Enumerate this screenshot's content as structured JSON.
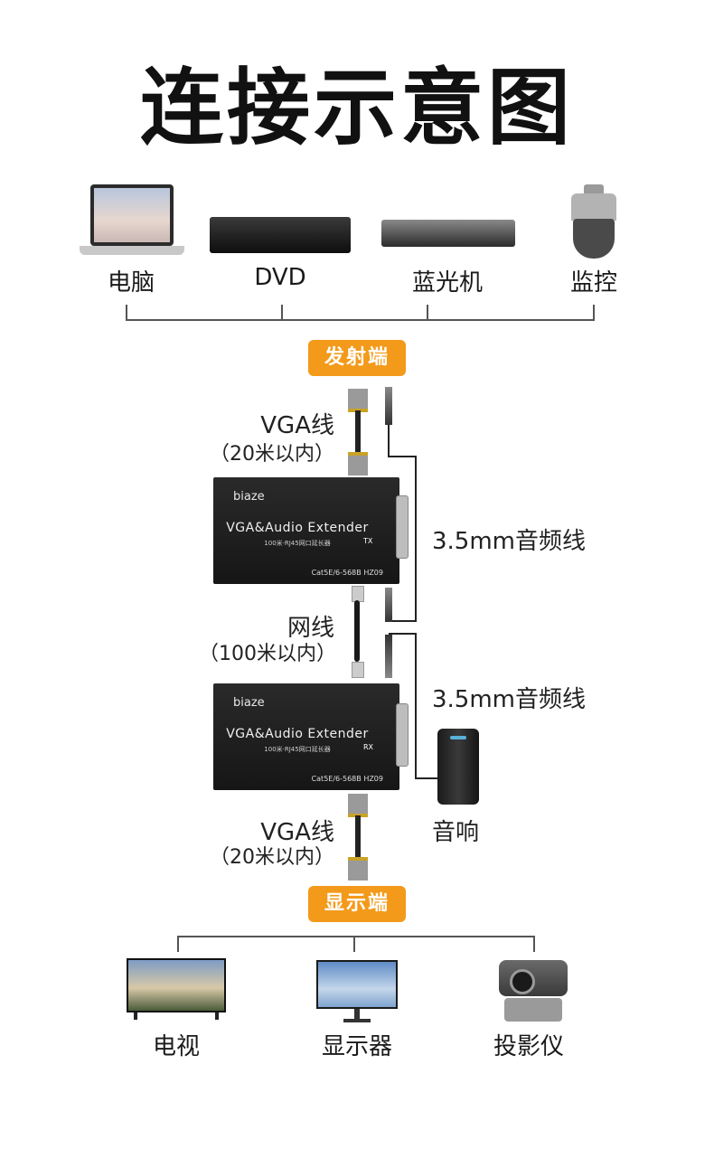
{
  "title": "连接示意图",
  "sources": [
    {
      "label": "电脑",
      "icon": "laptop-icon"
    },
    {
      "label": "DVD",
      "icon": "dvd-player-icon"
    },
    {
      "label": "蓝光机",
      "icon": "bluray-player-icon"
    },
    {
      "label": "监控",
      "icon": "security-camera-icon"
    }
  ],
  "tx_tag": "发射端",
  "rx_tag": "显示端",
  "vga_top": {
    "name": "VGA线",
    "length": "（20米以内）"
  },
  "net": {
    "name": "网线",
    "length": "（100米以内）"
  },
  "vga_bottom": {
    "name": "VGA线",
    "length": "（20米以内）"
  },
  "audio_top": "3.5mm音频线",
  "audio_bottom": "3.5mm音频线",
  "speaker": "音响",
  "device_tx": {
    "brand": "biaze",
    "name": "VGA&Audio Extender",
    "sub": "100米·RJ45网口延长器",
    "mode": "TX",
    "cat": "Cat5E/6-568B",
    "model": "HZ09"
  },
  "device_rx": {
    "brand": "biaze",
    "name": "VGA&Audio Extender",
    "sub": "100米·RJ45网口延长器",
    "mode": "RX",
    "cat": "Cat5E/6-568B",
    "model": "HZ09"
  },
  "displays": [
    {
      "label": "电视",
      "icon": "tv-icon"
    },
    {
      "label": "显示器",
      "icon": "monitor-icon"
    },
    {
      "label": "投影仪",
      "icon": "projector-icon"
    }
  ]
}
